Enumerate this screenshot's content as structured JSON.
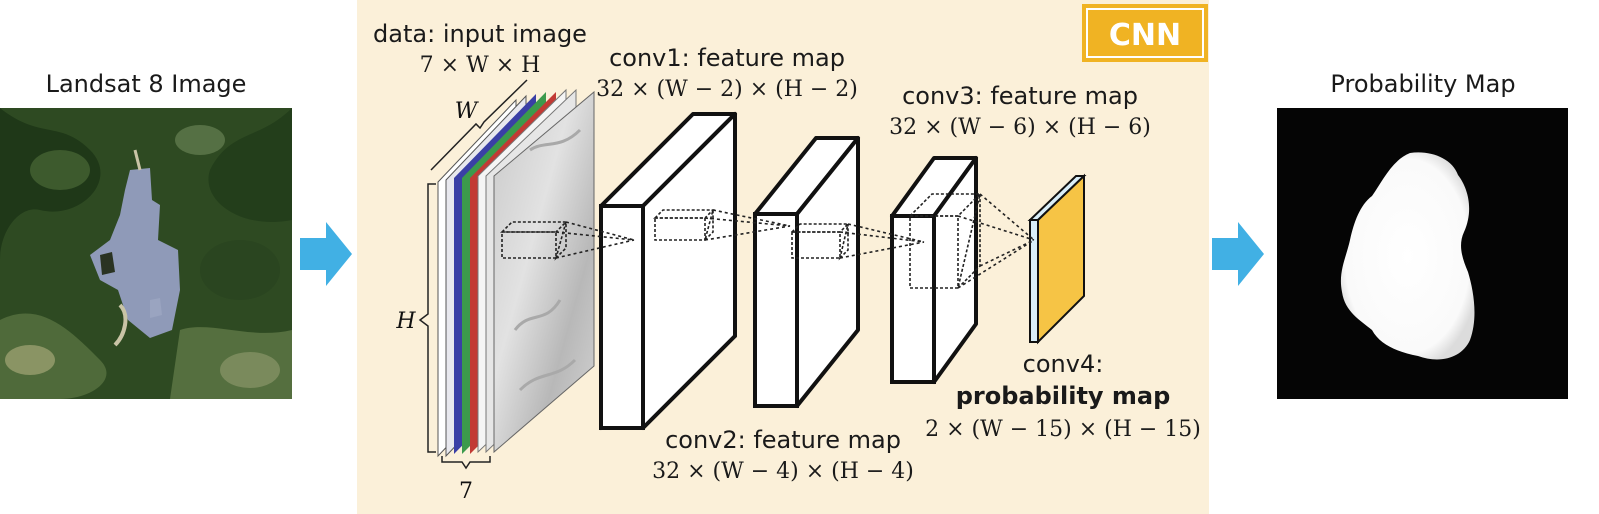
{
  "left": {
    "title": "Landsat 8 Image"
  },
  "right": {
    "title": "Probability Map"
  },
  "cnn": {
    "badge": "CNN",
    "input": {
      "label": "data: input image",
      "dims": "7 × W × H",
      "w_label": "W",
      "h_label": "H",
      "depth_label": "7"
    },
    "conv1": {
      "label": "conv1: feature map",
      "dims": "32 × (W − 2) × (H − 2)"
    },
    "conv2": {
      "label": "conv2: feature map",
      "dims": "32 × (W − 4) × (H − 4)"
    },
    "conv3": {
      "label": "conv3: feature map",
      "dims": "32 × (W − 6) × (H − 6)"
    },
    "conv4": {
      "label": "conv4:",
      "label_bold": "probability map",
      "dims": "2 × (W − 15) × (H − 15)"
    }
  },
  "colors": {
    "panel_bg": "#fbf0d9",
    "badge_bg": "#f0b323",
    "arrow": "#41b0e4",
    "output_face": "#f6c445",
    "output_side": "#d9eef8",
    "band_blue": "#3a3fa6",
    "band_green": "#3c9a4c",
    "band_red": "#c23a34"
  }
}
